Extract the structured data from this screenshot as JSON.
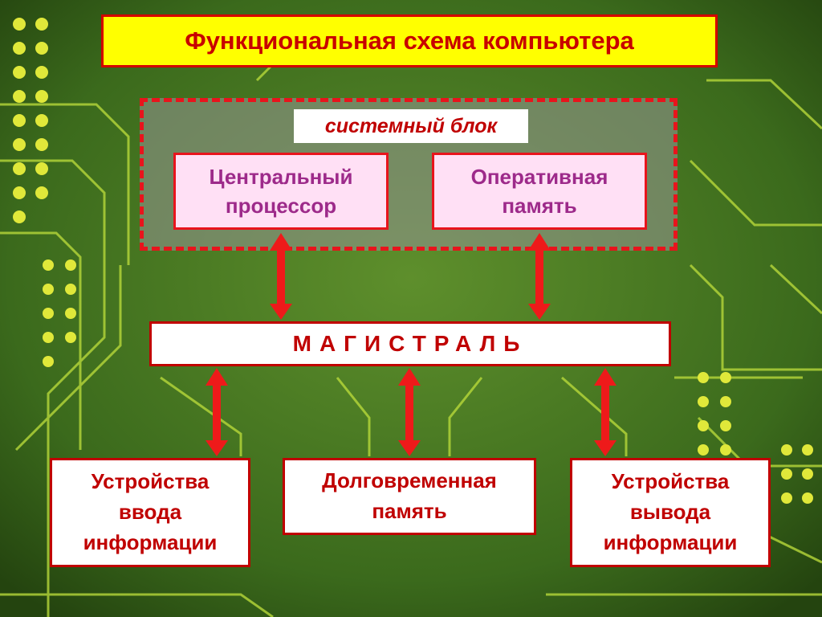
{
  "title": "Функциональная схема компьютера",
  "system_block": {
    "label": "системный блок",
    "cpu": {
      "line1": "Центральный",
      "line2": "процессор"
    },
    "ram": {
      "line1": "Оперативная",
      "line2": "память"
    }
  },
  "bus": {
    "label": "МАГИСТРАЛЬ"
  },
  "devices": {
    "input": {
      "line1": "Устройства",
      "line2": "ввода",
      "line3": "информации"
    },
    "storage": {
      "line1": "Долговременная",
      "line2": "память"
    },
    "output": {
      "line1": "Устройства",
      "line2": "вывода",
      "line3": "информации"
    }
  },
  "colors": {
    "accent_red": "#e8141c",
    "title_bg": "#ffff00",
    "pcb_green": "#3f6b1e"
  }
}
